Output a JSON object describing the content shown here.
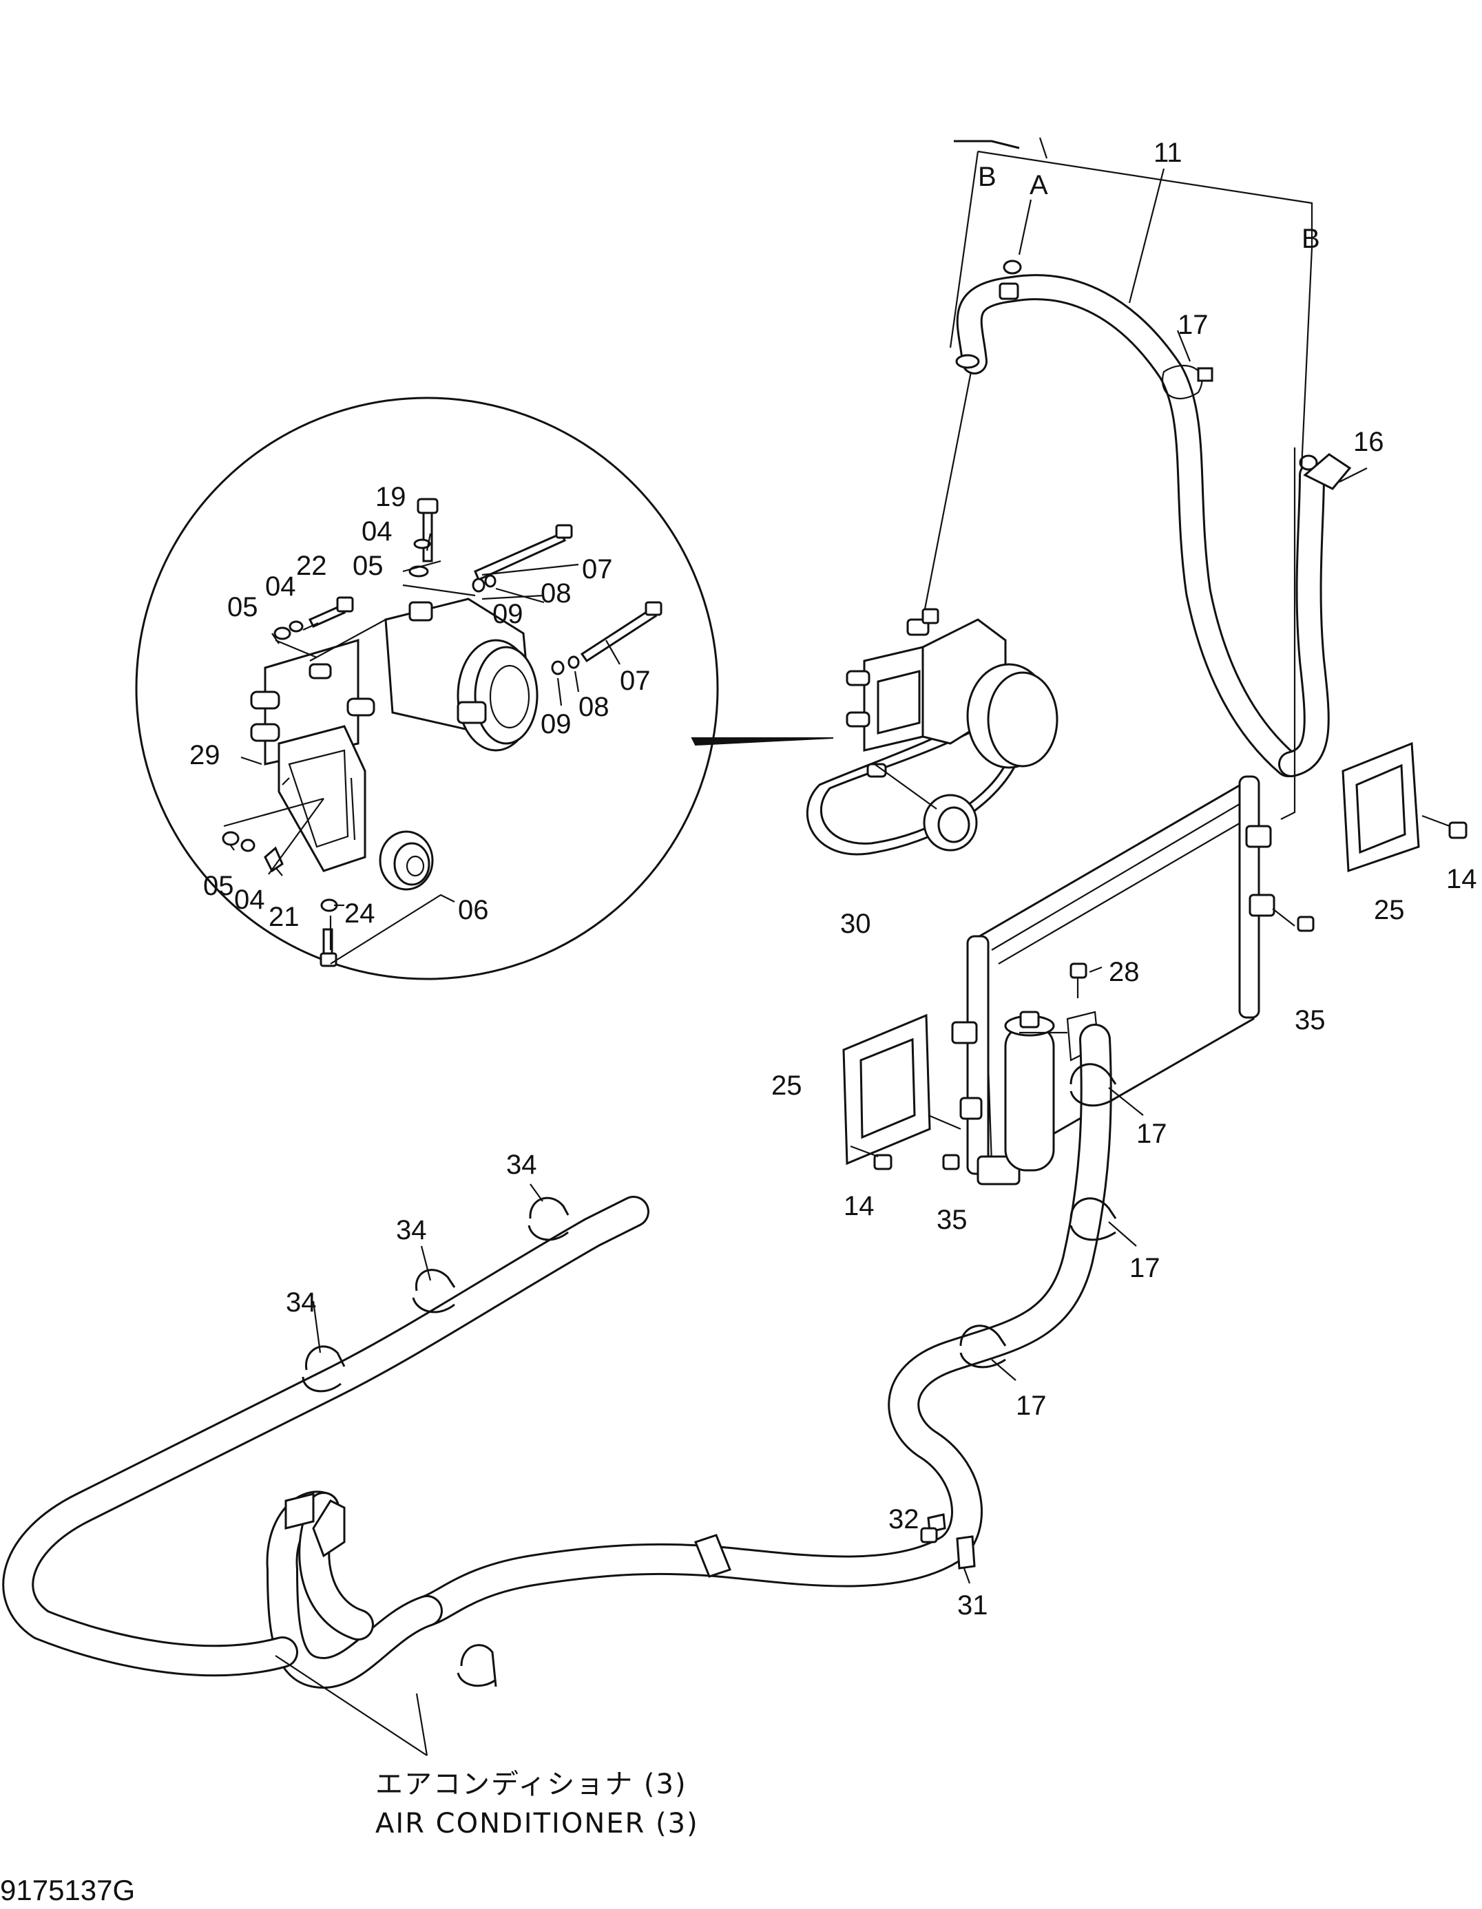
{
  "diagram": {
    "drawing_number": "9175137G",
    "caption_jp": "エアコンディショナ (3)",
    "caption_en": "AIR CONDITIONER (3)",
    "callouts": {
      "A": "A",
      "B": "B",
      "p04": "04",
      "p05": "05",
      "p06": "06",
      "p07": "07",
      "p08": "08",
      "p09": "09",
      "p11": "11",
      "p14": "14",
      "p16": "16",
      "p17": "17",
      "p19": "19",
      "p21": "21",
      "p22": "22",
      "p24": "24",
      "p25": "25",
      "p28": "28",
      "p29": "29",
      "p30": "30",
      "p31": "31",
      "p32": "32",
      "p34": "34",
      "p35": "35"
    }
  }
}
